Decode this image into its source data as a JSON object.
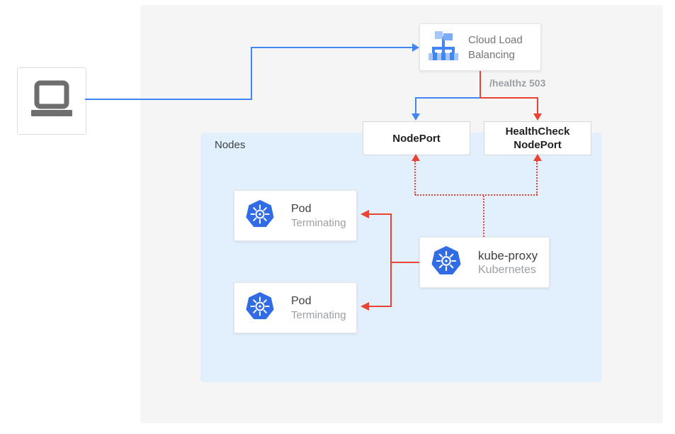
{
  "client": {
    "icon": "laptop-icon"
  },
  "clb": {
    "line1": "Cloud Load",
    "line2": "Balancing",
    "icon": "cloud-load-balancing-icon"
  },
  "edge_labels": {
    "healthz": "/healthz 503"
  },
  "nodes_group": {
    "label": "Nodes"
  },
  "nodeport": {
    "label": "NodePort"
  },
  "healthcheck_nodeport": {
    "line1": "HealthCheck",
    "line2": "NodePort"
  },
  "pods": [
    {
      "title": "Pod",
      "status": "Terminating",
      "icon": "kubernetes-icon"
    },
    {
      "title": "Pod",
      "status": "Terminating",
      "icon": "kubernetes-icon"
    }
  ],
  "kube_proxy": {
    "title": "kube-proxy",
    "subtitle": "Kubernetes",
    "icon": "kubernetes-icon"
  },
  "colors": {
    "blue_flow": "#4285F4",
    "red_flow": "#EA4335",
    "kubernetes_blue": "#326CE5",
    "panel_background": "#F5F5F5",
    "nodes_background": "#E2F0FD"
  }
}
